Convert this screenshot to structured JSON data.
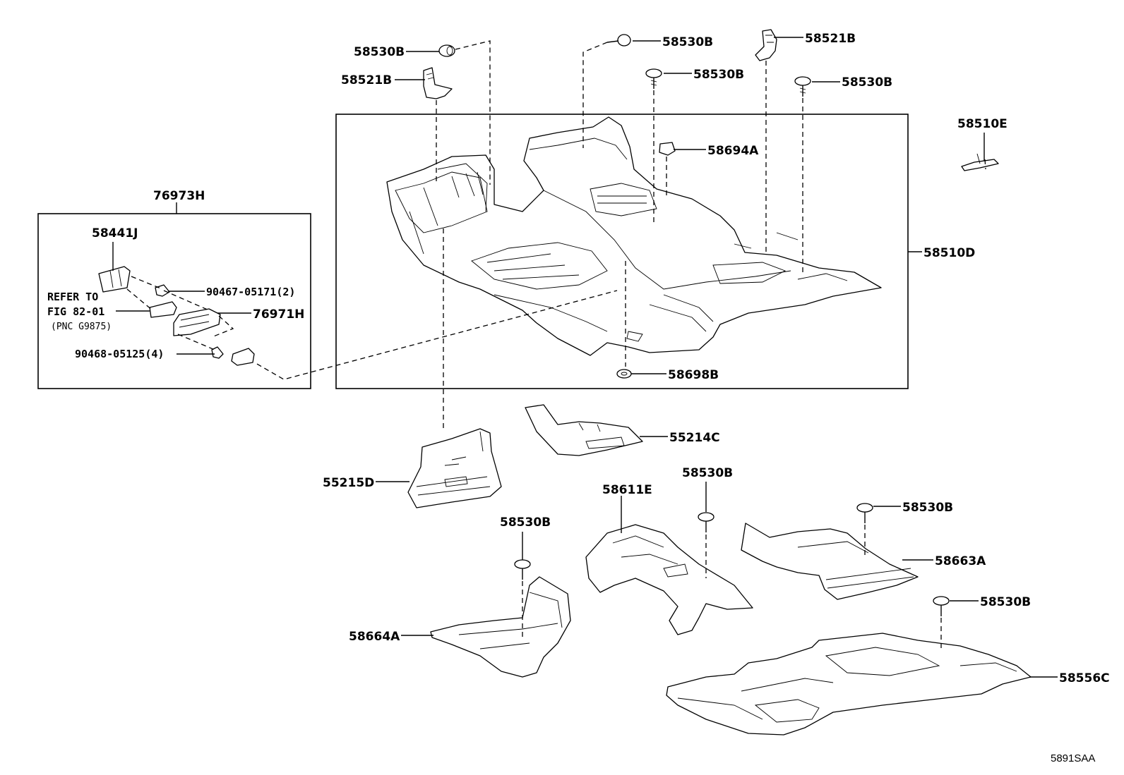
{
  "callouts": {
    "c58530B_1": "58530B",
    "c58530B_2": "58530B",
    "c58521B_1": "58521B",
    "c58530B_3": "58530B",
    "c58521B_2": "58521B",
    "c58530B_4": "58530B",
    "c58510E": "58510E",
    "c58694A": "58694A",
    "c76973H": "76973H",
    "c58441J": "58441J",
    "c90467": "90467-05171(2)",
    "c76971H": "76971H",
    "c90468": "90468-05125(4)",
    "c58510D": "58510D",
    "c58698B": "58698B",
    "c55214C": "55214C",
    "c55215D": "55215D",
    "c58530B_5": "58530B",
    "c58611E": "58611E",
    "c58530B_6": "58530B",
    "c58530B_7": "58530B",
    "c58663A": "58663A",
    "c58664A": "58664A",
    "c58530B_8": "58530B",
    "c58556C": "58556C"
  },
  "refer": {
    "line1": "REFER TO",
    "line2": "FIG 82-01",
    "line3": "(PNC G9875)"
  },
  "figure_code": "5891SAA"
}
